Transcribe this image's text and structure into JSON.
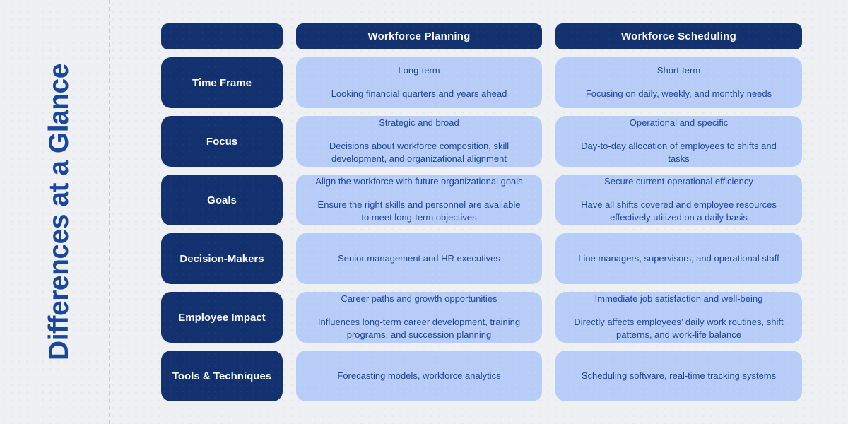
{
  "title": "Differences at a Glance",
  "colors": {
    "background": "#eef0f3",
    "navy": "#12316e",
    "light_blue": "#b7cdf8",
    "title_blue": "#1a479e",
    "cell_text_blue": "#1e4697",
    "header_text": "#f8fafd",
    "divider": "#c7cad2"
  },
  "table": {
    "columns": [
      "",
      "Workforce Planning",
      "Workforce Scheduling"
    ],
    "rows": [
      {
        "label": "Time Frame",
        "planning": [
          "Long-term",
          "Looking financial quarters and years ahead"
        ],
        "scheduling": [
          "Short-term",
          "Focusing on daily, weekly, and monthly needs"
        ]
      },
      {
        "label": "Focus",
        "planning": [
          "Strategic and broad",
          "Decisions about workforce composition, skill development, and organizational alignment"
        ],
        "scheduling": [
          "Operational and specific",
          "Day-to-day allocation of employees to shifts  and tasks"
        ]
      },
      {
        "label": "Goals",
        "planning": [
          "Align the workforce with future  organizational goals",
          "Ensure the right skills and personnel are available to meet long-term objectives"
        ],
        "scheduling": [
          "Secure current operational efficiency",
          "Have all shifts covered and employee resources effectively utilized on a daily basis"
        ]
      },
      {
        "label": "Decision-Makers",
        "planning": [
          "Senior management and HR executives"
        ],
        "scheduling": [
          "Line managers, supervisors, and operational staff"
        ]
      },
      {
        "label": "Employee Impact",
        "planning": [
          "Career paths and growth opportunities",
          "Influences long-term career development, training programs, and succession planning"
        ],
        "scheduling": [
          "Immediate job satisfaction and well-being",
          "Directly affects employees’ daily work routines, shift patterns, and work-life balance"
        ]
      },
      {
        "label": "Tools & Techniques",
        "planning": [
          "Forecasting models, workforce analytics"
        ],
        "scheduling": [
          "Scheduling software, real-time tracking systems"
        ]
      }
    ]
  }
}
